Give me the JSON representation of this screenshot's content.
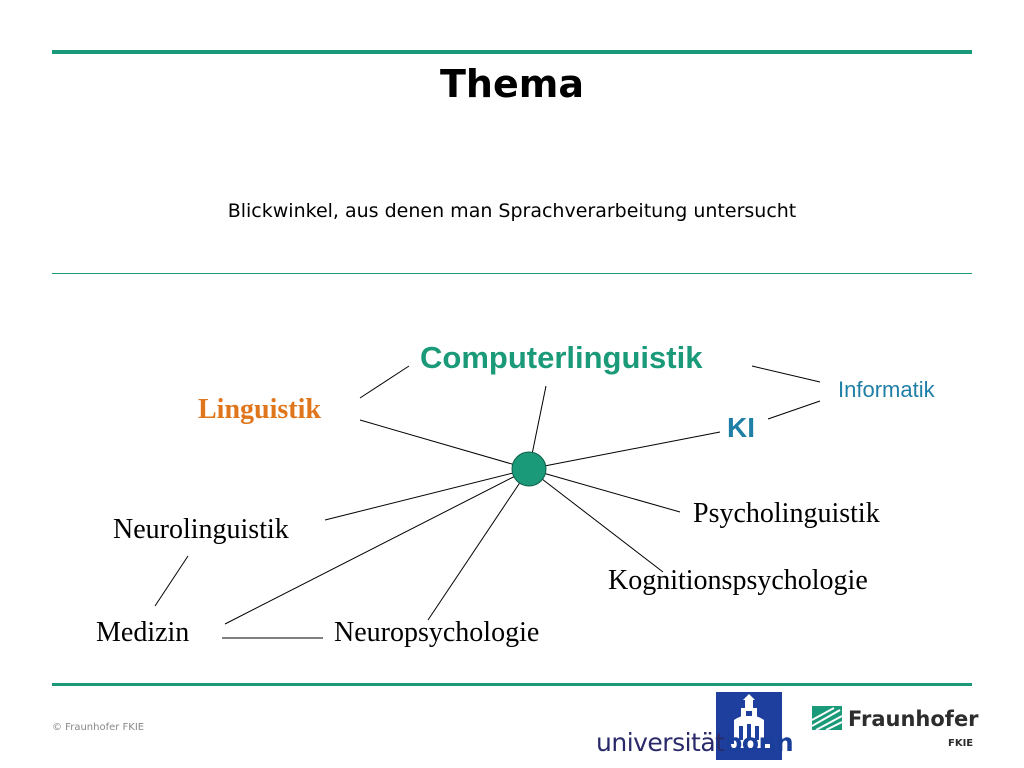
{
  "slide": {
    "title": "Thema",
    "subtitle": "Blickwinkel, aus denen man Sprachverarbeitung untersucht"
  },
  "diagram": {
    "nodes": {
      "computerlinguistik": "Computerlinguistik",
      "linguistik": "Linguistik",
      "informatik": "Informatik",
      "ki": "KI",
      "psycholinguistik": "Psycholinguistik",
      "neurolinguistik": "Neurolinguistik",
      "kognitionspsychologie": "Kognitionspsychologie",
      "medizin": "Medizin",
      "neuropsychologie": "Neuropsychologie"
    },
    "colors": {
      "computerlinguistik": "#1a9a78",
      "linguistik": "#e0761c",
      "informatik": "#1f7fa6",
      "ki": "#1f7fa6",
      "hub": "#1a9a78",
      "rule": "#1a9a78"
    }
  },
  "footer": {
    "copyright": "© Fraunhofer FKIE",
    "university_prefix": "universität",
    "university_name": "bonn",
    "fraunhofer_name": "Fraunhofer",
    "fraunhofer_unit": "FKIE"
  }
}
